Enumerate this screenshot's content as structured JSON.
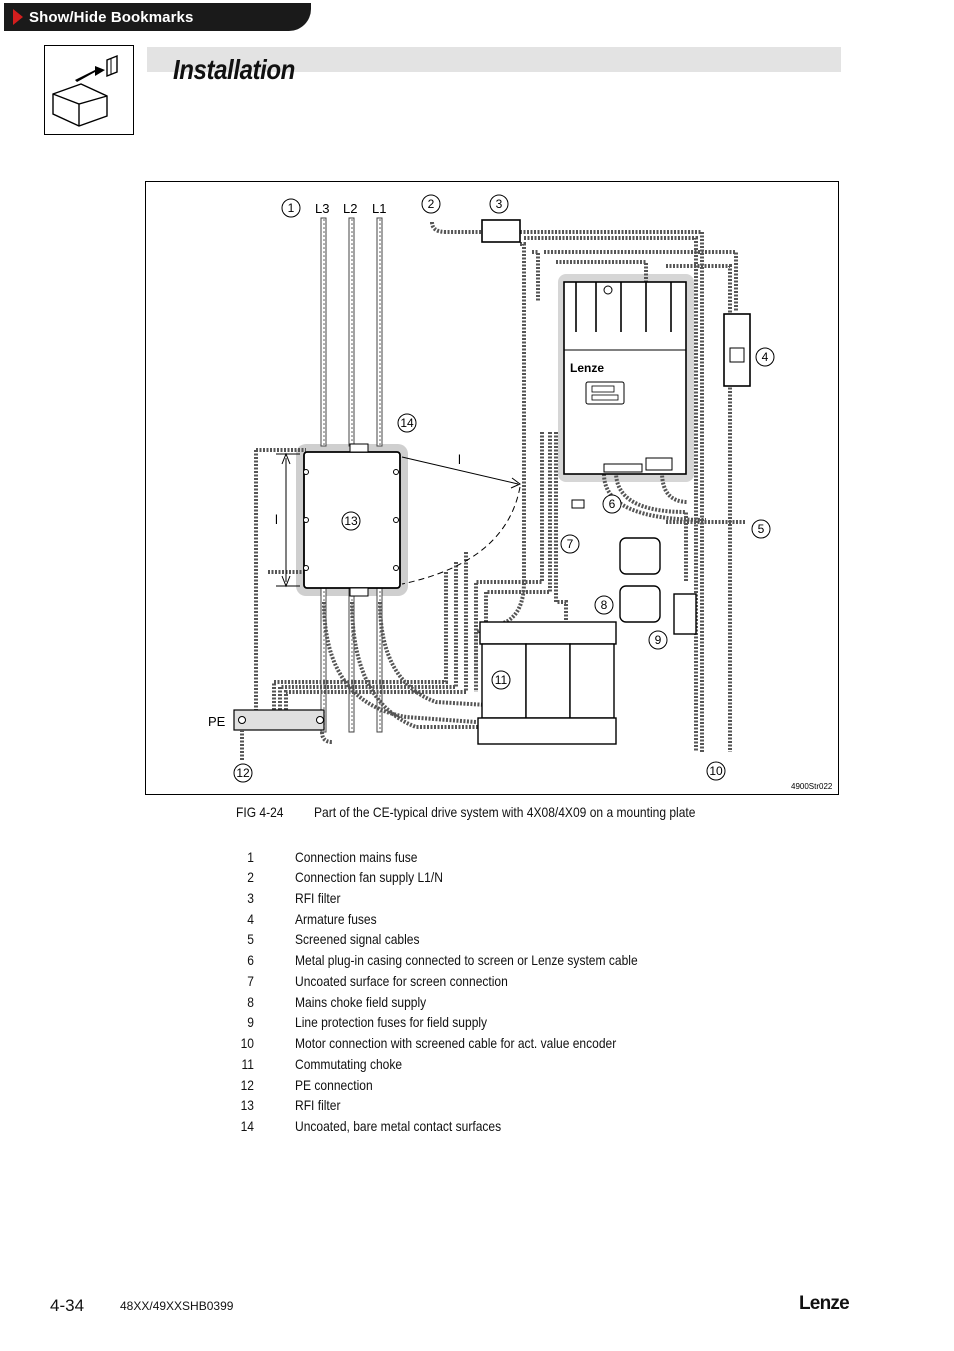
{
  "bookmark_tab": {
    "label": "Show/Hide Bookmarks"
  },
  "section": {
    "title": "Installation",
    "icon": "installation-box-icon"
  },
  "figure": {
    "code": "4900Str022",
    "callouts": [
      "1",
      "2",
      "3",
      "4",
      "5",
      "6",
      "7",
      "8",
      "9",
      "10",
      "11",
      "12",
      "13",
      "14"
    ],
    "phases": [
      "L3",
      "L2",
      "L1"
    ],
    "pe_label": "PE",
    "device_brand": "Lenze",
    "dim_label": "l"
  },
  "caption": {
    "number": "FIG 4-24",
    "text": "Part of the CE-typical drive system with 4X08/4X09 on a mounting plate"
  },
  "legend": [
    {
      "num": "1",
      "text": "Connection mains fuse"
    },
    {
      "num": "2",
      "text": "Connection fan supply L1/N"
    },
    {
      "num": "3",
      "text": "RFI filter"
    },
    {
      "num": "4",
      "text": "Armature fuses"
    },
    {
      "num": "5",
      "text": "Screened signal cables"
    },
    {
      "num": "6",
      "text": "Metal plug-in casing connected to screen or Lenze system cable"
    },
    {
      "num": "7",
      "text": "Uncoated surface for screen connection"
    },
    {
      "num": "8",
      "text": "Mains choke field supply"
    },
    {
      "num": "9",
      "text": "Line protection fuses for field supply"
    },
    {
      "num": "10",
      "text": "Motor connection with screened cable for act. value encoder"
    },
    {
      "num": "11",
      "text": "Commutating choke"
    },
    {
      "num": "12",
      "text": "PE connection"
    },
    {
      "num": "13",
      "text": "RFI filter"
    },
    {
      "num": "14",
      "text": "Uncoated, bare metal contact surfaces"
    }
  ],
  "footer": {
    "page": "4-34",
    "doc": "48XX/49XXSHB0399",
    "brand": "Lenze"
  }
}
